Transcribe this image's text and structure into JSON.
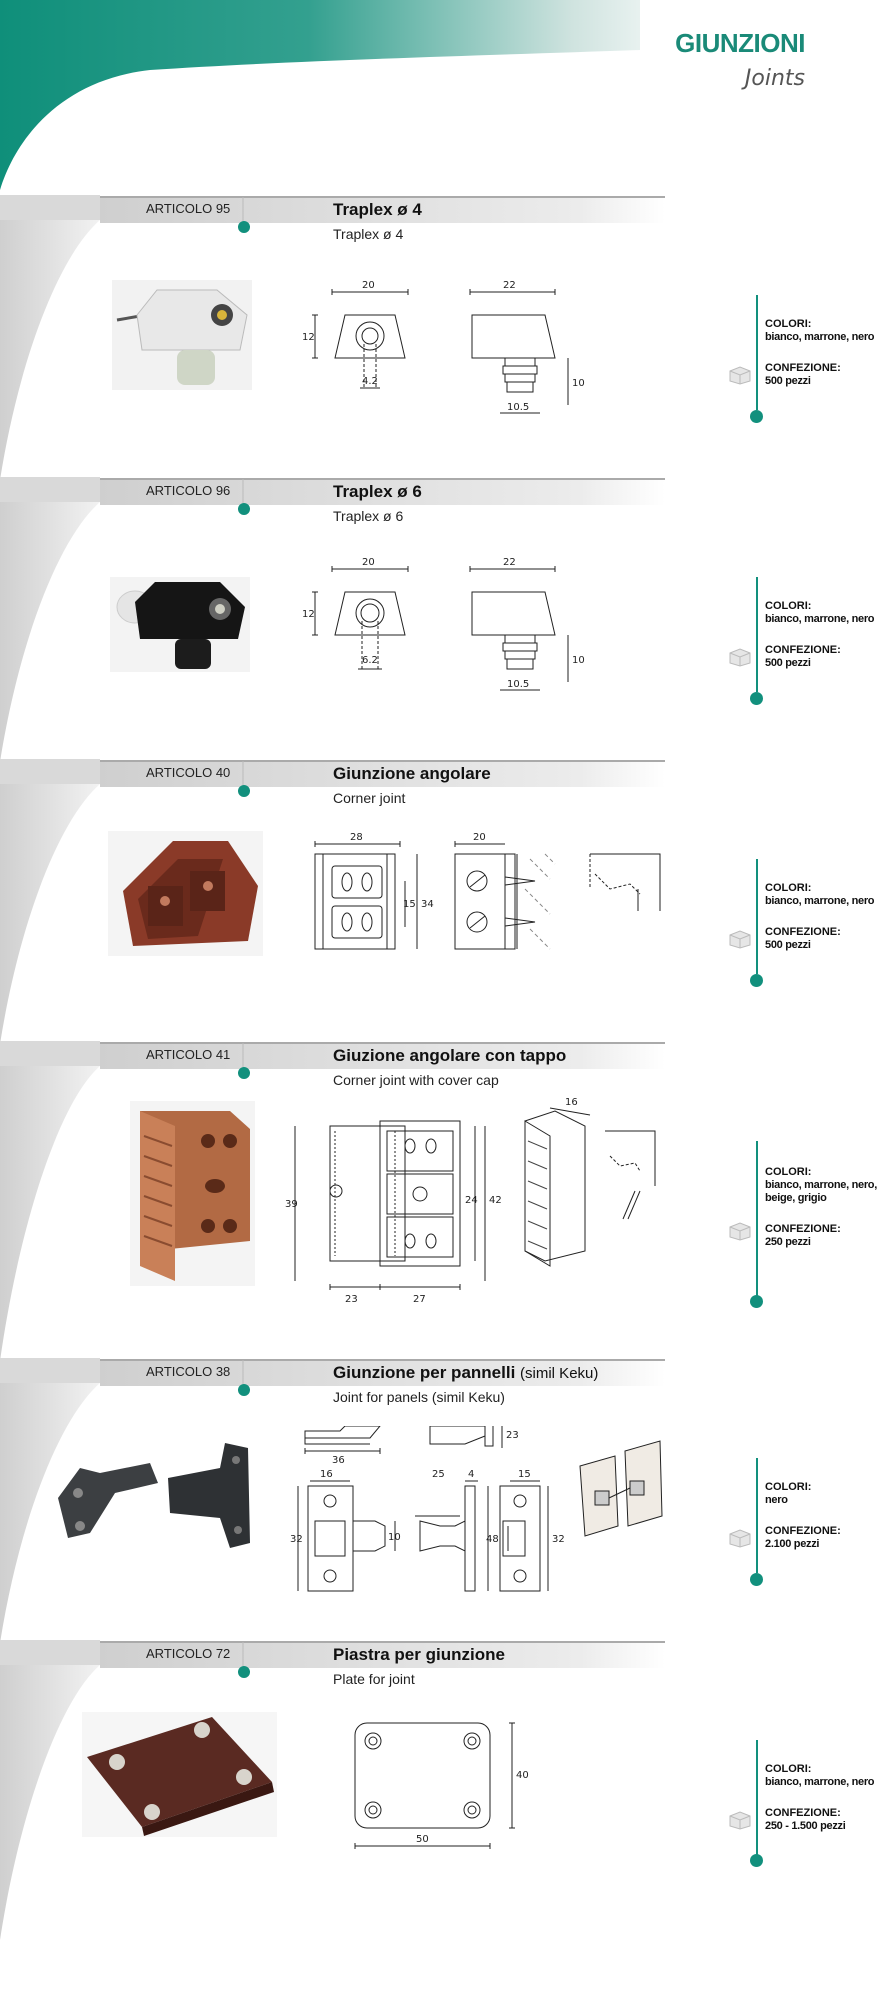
{
  "header": {
    "title": "GIUNZIONI",
    "subtitle": "Joints"
  },
  "labels": {
    "colori": "COLORI:",
    "confezione": "CONFEZIONE:"
  },
  "items": [
    {
      "article": "ARTICOLO 95",
      "name": "Traplex ø 4",
      "name_note": "",
      "name_en": "Traplex ø 4",
      "colors": "bianco, marrone, nero",
      "pack": "500 pezzi",
      "dims": [
        "20",
        "12",
        "4.2",
        "22",
        "10",
        "10.5"
      ]
    },
    {
      "article": "ARTICOLO 96",
      "name": "Traplex ø 6",
      "name_note": "",
      "name_en": "Traplex ø 6",
      "colors": "bianco, marrone, nero",
      "pack": "500 pezzi",
      "dims": [
        "20",
        "12",
        "6.2",
        "22",
        "10",
        "10.5"
      ]
    },
    {
      "article": "ARTICOLO 40",
      "name": "Giunzione angolare",
      "name_note": "",
      "name_en": "Corner joint",
      "colors": "bianco, marrone, nero",
      "pack": "500 pezzi",
      "dims": [
        "28",
        "15",
        "34",
        "20"
      ]
    },
    {
      "article": "ARTICOLO 41",
      "name": "Giuzione angolare con tappo",
      "name_note": "",
      "name_en": "Corner joint with cover cap",
      "colors": "bianco, marrone, nero, beige, grigio",
      "pack": "250 pezzi",
      "dims": [
        "39",
        "24",
        "42",
        "23",
        "27",
        "16"
      ]
    },
    {
      "article": "ARTICOLO 38",
      "name": "Giunzione per pannelli",
      "name_note": "(simil Keku)",
      "name_en": "Joint for panels (simil Keku)",
      "colors": "nero",
      "pack": "2.100 pezzi",
      "dims": [
        "36",
        "23",
        "16",
        "32",
        "10",
        "25",
        "4",
        "48",
        "15",
        "32"
      ]
    },
    {
      "article": "ARTICOLO 72",
      "name": "Piastra per giunzione",
      "name_note": "",
      "name_en": "Plate for joint",
      "colors": "bianco, marrone, nero",
      "pack": "250 - 1.500 pezzi",
      "dims": [
        "40",
        "50"
      ]
    }
  ],
  "colors": {
    "accent": "#12907d",
    "grey_band": "#d6d6d6"
  }
}
